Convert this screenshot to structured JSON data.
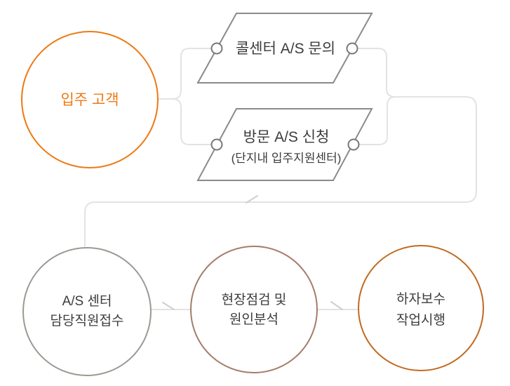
{
  "colors": {
    "customer": "#ee7913",
    "reception": "#9e9892",
    "inspection": "#a57c6d",
    "repair": "#c2691e",
    "parallelogram_border": "#8a8a8a",
    "connector_line": "#e3e3e3",
    "connector_dot_border": "#787878",
    "arrow_barb": "#cfcfcf",
    "text_dark": "#3c3c3c"
  },
  "nodes": {
    "customer": {
      "label": "입주 고객"
    },
    "callcenter": {
      "label": "콜센터 A/S 문의"
    },
    "visit": {
      "label": "방문 A/S 신청",
      "sublabel": "(단지내 입주지원센터)"
    },
    "reception": {
      "line1": "A/S 센터",
      "line2": "담당직원접수"
    },
    "inspection": {
      "line1": "현장점검 및",
      "line2": "원인분석"
    },
    "repair": {
      "line1": "하자보수",
      "line2": "작업시행"
    }
  }
}
